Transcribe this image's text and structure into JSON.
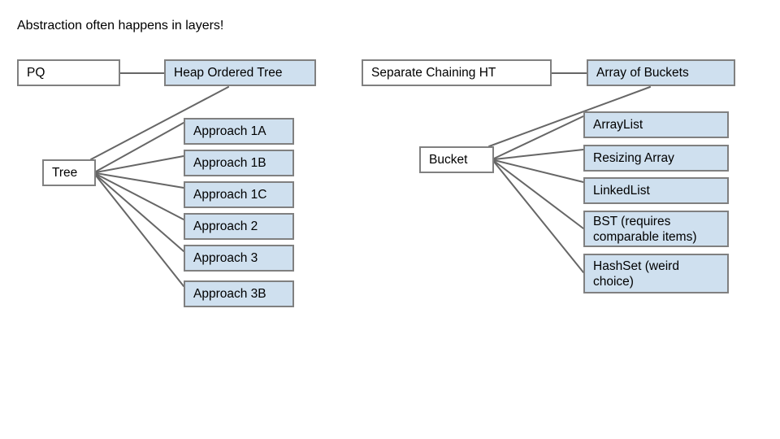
{
  "slide": {
    "title": "Abstraction often happens in layers!",
    "background": "#ffffff"
  },
  "style": {
    "box_fill_white": "#ffffff",
    "box_fill_blue": "#cfe0ef",
    "box_border": "#808080",
    "edge_color": "#666666",
    "text_color": "#000000"
  },
  "diagram": {
    "type": "layered-abstraction-diagram",
    "clusters": [
      {
        "name": "priority-queue-cluster",
        "abstraction": {
          "label": "PQ",
          "fill": "white"
        },
        "implementation": {
          "label": "Heap Ordered Tree",
          "fill": "blue"
        },
        "sub_abstraction": {
          "label": "Tree",
          "fill": "white"
        },
        "sub_implementations": [
          {
            "label": "Approach 1A",
            "fill": "blue"
          },
          {
            "label": "Approach 1B",
            "fill": "blue"
          },
          {
            "label": "Approach 1C",
            "fill": "blue"
          },
          {
            "label": "Approach 2",
            "fill": "blue"
          },
          {
            "label": "Approach 3",
            "fill": "blue"
          },
          {
            "label": "Approach 3B",
            "fill": "blue"
          }
        ]
      },
      {
        "name": "hash-table-cluster",
        "abstraction": {
          "label": "Separate Chaining HT",
          "fill": "white"
        },
        "implementation": {
          "label": "Array of Buckets",
          "fill": "blue"
        },
        "sub_abstraction": {
          "label": "Bucket",
          "fill": "white"
        },
        "sub_implementations": [
          {
            "label": "ArrayList",
            "fill": "blue"
          },
          {
            "label": "Resizing Array",
            "fill": "blue"
          },
          {
            "label": "LinkedList",
            "fill": "blue"
          },
          {
            "label": "BST (requires\ncomparable items)",
            "fill": "blue"
          },
          {
            "label": "HashSet (weird\nchoice)",
            "fill": "blue"
          }
        ]
      }
    ]
  }
}
